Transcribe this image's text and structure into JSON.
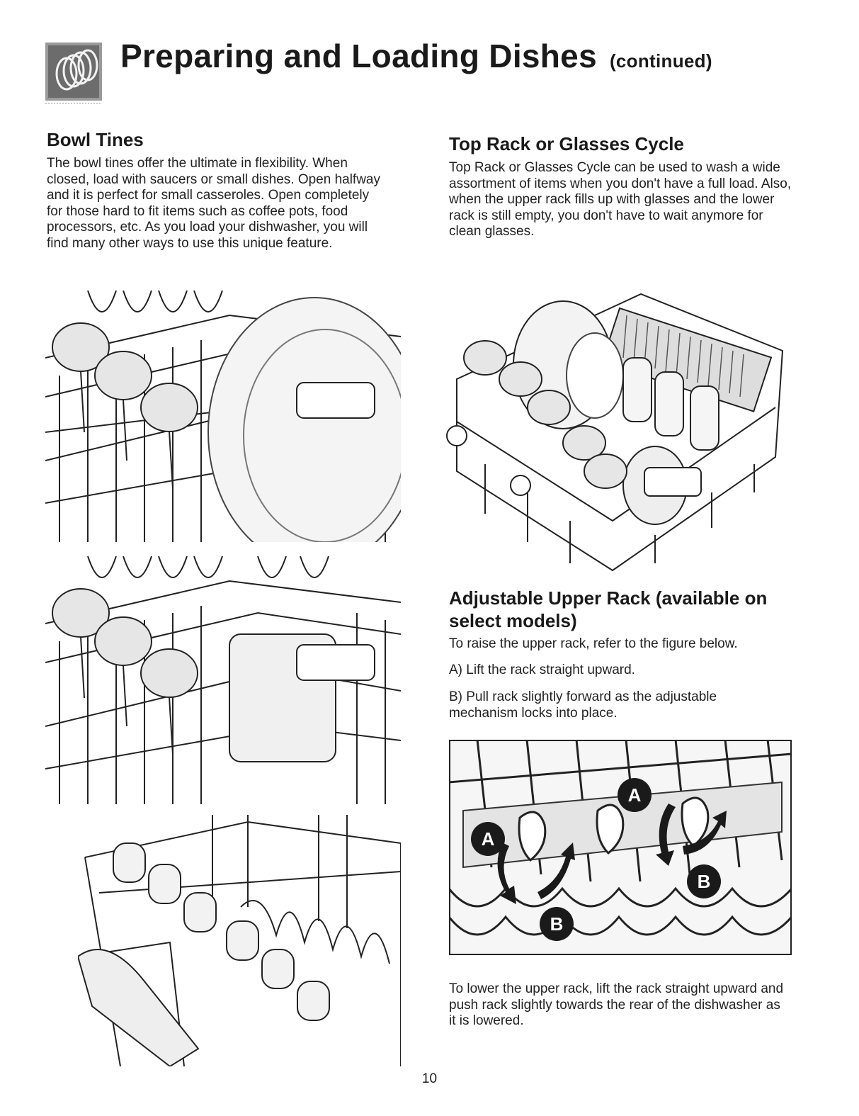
{
  "header": {
    "title": "Preparing and Loading Dishes",
    "subtitle": "(continued)",
    "icon": "dish-rack-icon"
  },
  "bowl_tines": {
    "heading": "Bowl Tines",
    "body": "The bowl tines offer the ultimate in flexibility. When closed, load with saucers or small dishes. Open halfway and it is perfect for small casseroles. Open completely for those hard to fit items such as coffee pots, food processors, etc. As you load your dishwasher, you will find many other ways to use this unique feature."
  },
  "top_rack": {
    "heading": "Top Rack or Glasses Cycle",
    "body": "Top Rack or Glasses Cycle can be used to wash a wide assortment of items when you don't have a full load. Also, when the upper rack fills up with glasses and the lower rack is still empty, you don't have to wait anymore for clean glasses."
  },
  "adjustable_rack": {
    "heading_line1": "Adjustable Upper Rack (available on",
    "heading_line2": "select models)",
    "intro": "To raise the upper rack, refer to the figure below.",
    "step_a": "A) Lift the rack straight upward.",
    "step_b": "B) Pull rack slightly forward as the adjustable mechanism locks into place.",
    "lower_text": "To lower the upper rack, lift the rack straight upward and push rack slightly towards the rear of the dishwasher as it is lowered.",
    "labels": {
      "a": "A",
      "b": "B"
    }
  },
  "page_number": "10"
}
